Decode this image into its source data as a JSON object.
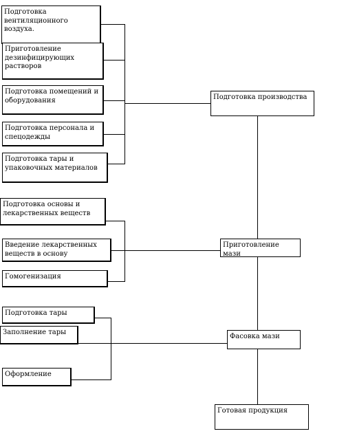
{
  "stages": {
    "production_prep": "Подготовка производства",
    "ointment_prep": "Приготовление мази",
    "packaging": "Фасовка мази",
    "finished": "Готовая продукция"
  },
  "group1": {
    "items": [
      "Подготовка вентиляционного воздуха.",
      "Приготовление дезинфицирующих растворов",
      "Подготовка помещений и оборудования",
      "Подготовка персонала и спецодежды",
      "Подготовка тары и упаковочных материалов"
    ]
  },
  "group2": {
    "items": [
      "Подготовка основы и лекарственных веществ",
      "Введение лекарственных веществ в основу",
      "Гомогенизация"
    ]
  },
  "group3": {
    "items": [
      "Подготовка тары",
      "Заполнение тары",
      "Оформление"
    ]
  }
}
